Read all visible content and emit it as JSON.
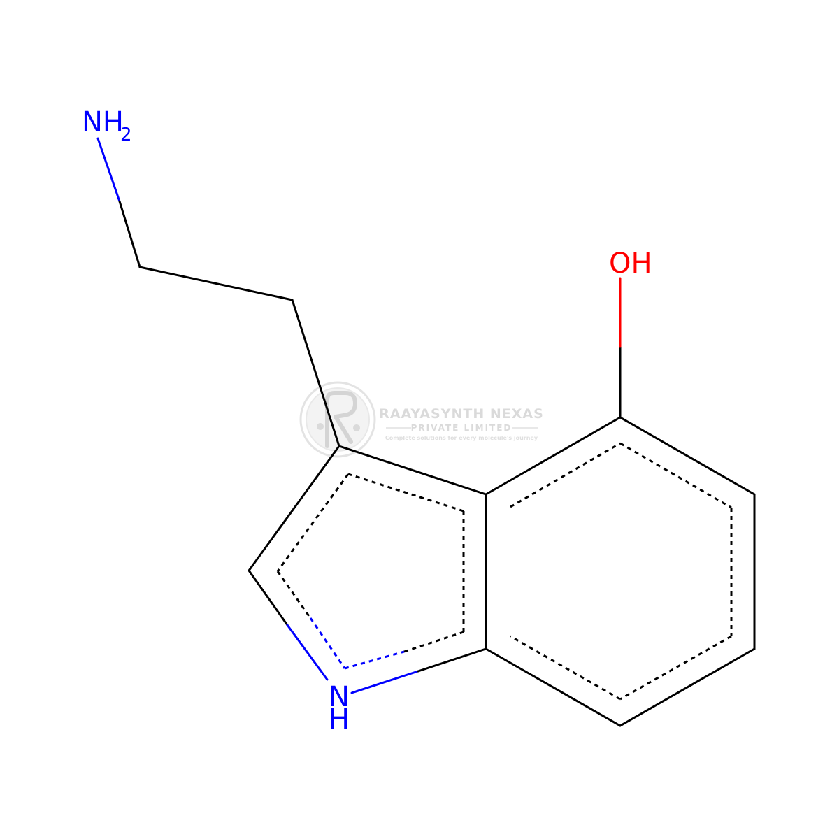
{
  "colors": {
    "carbon": "#000000",
    "nitrogen": "#0000ff",
    "oxygen": "#ff0000",
    "watermark": "#d4d4d4"
  },
  "atoms": {
    "amine_n": "NH",
    "amine_sub": "2",
    "hydroxyl": "OH",
    "ring_n": "N",
    "ring_h": "H"
  },
  "watermark": {
    "title": "RAAYASYNTH NEXAS",
    "subtitle": "PRIVATE LIMITED",
    "tagline": "Complete solutions for every molecule's journey"
  }
}
